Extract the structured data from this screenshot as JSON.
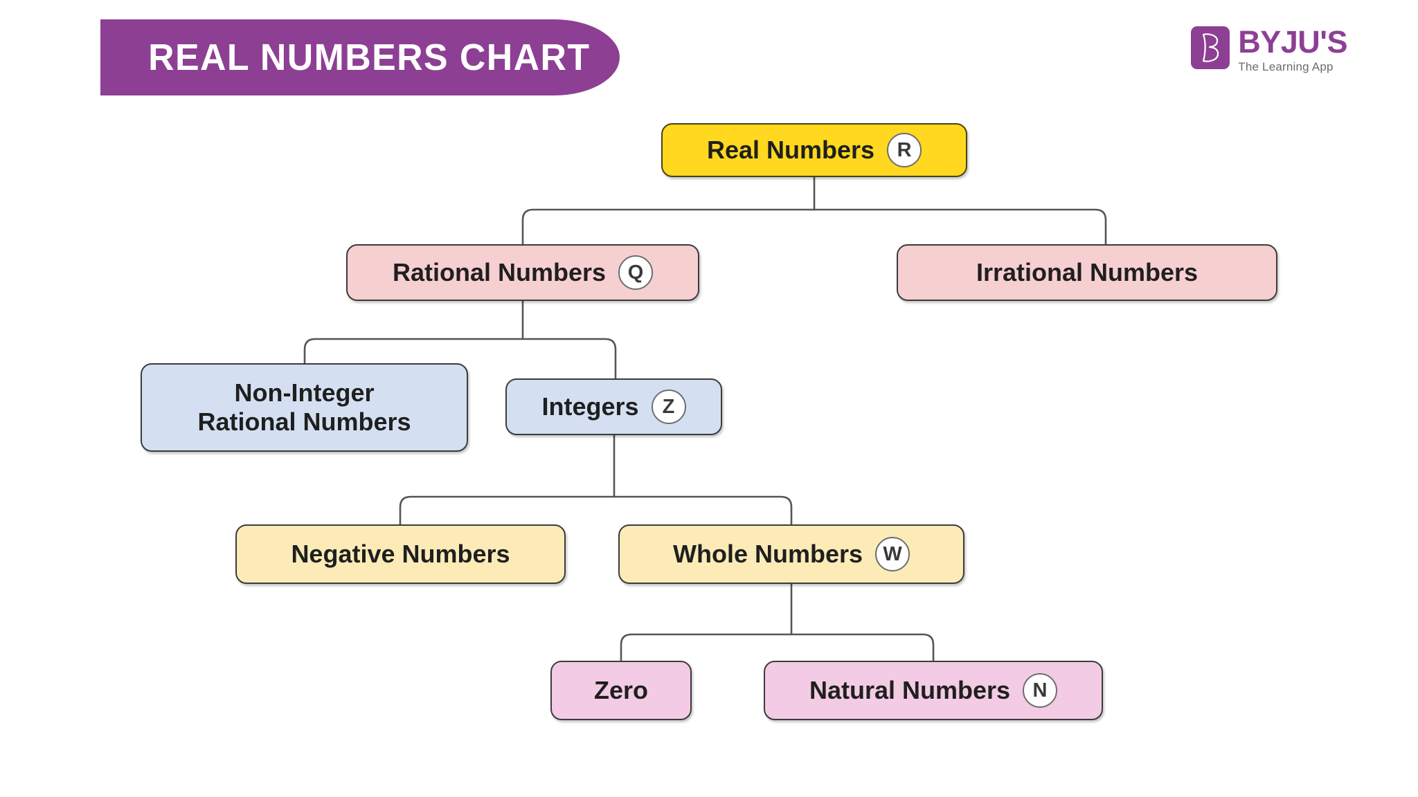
{
  "header": {
    "title": "REAL NUMBERS CHART",
    "banner_color": "#8d3f94"
  },
  "brand": {
    "name": "BYJU'S",
    "tagline": "The Learning App",
    "mark_icon": "byjus-b-logo-icon",
    "color": "#8d3f94"
  },
  "chart_data": {
    "type": "diagram",
    "title": "REAL NUMBERS CHART",
    "layout": "top-down tree",
    "nodes": [
      {
        "id": "real-numbers",
        "label": "Real Numbers",
        "badge": "R",
        "color": "#FFD81F",
        "level": 0,
        "parent": null
      },
      {
        "id": "rational-numbers",
        "label": "Rational Numbers",
        "badge": "Q",
        "color": "#F6CFD1",
        "level": 1,
        "parent": "real-numbers"
      },
      {
        "id": "irrational-numbers",
        "label": "Irrational Numbers",
        "badge": "",
        "color": "#F6CFD1",
        "level": 1,
        "parent": "real-numbers"
      },
      {
        "id": "non-integer",
        "label": "Non-Integer\nRational Numbers",
        "badge": "",
        "color": "#D4E0F1",
        "level": 2,
        "parent": "rational-numbers"
      },
      {
        "id": "integers",
        "label": "Integers",
        "badge": "Z",
        "color": "#D4E0F1",
        "level": 2,
        "parent": "rational-numbers"
      },
      {
        "id": "negative-numbers",
        "label": "Negative Numbers",
        "badge": "",
        "color": "#FCEBB7",
        "level": 3,
        "parent": "integers"
      },
      {
        "id": "whole-numbers",
        "label": "Whole Numbers",
        "badge": "W",
        "color": "#FCEBB7",
        "level": 3,
        "parent": "integers"
      },
      {
        "id": "zero",
        "label": "Zero",
        "badge": "",
        "color": "#F3CBE4",
        "level": 4,
        "parent": "whole-numbers"
      },
      {
        "id": "natural-numbers",
        "label": "Natural Numbers",
        "badge": "N",
        "color": "#F3CBE4",
        "level": 4,
        "parent": "whole-numbers"
      }
    ],
    "edges": [
      {
        "from": "real-numbers",
        "to": "rational-numbers"
      },
      {
        "from": "real-numbers",
        "to": "irrational-numbers"
      },
      {
        "from": "rational-numbers",
        "to": "non-integer"
      },
      {
        "from": "rational-numbers",
        "to": "integers"
      },
      {
        "from": "integers",
        "to": "negative-numbers"
      },
      {
        "from": "integers",
        "to": "whole-numbers"
      },
      {
        "from": "whole-numbers",
        "to": "zero"
      },
      {
        "from": "whole-numbers",
        "to": "natural-numbers"
      }
    ]
  },
  "nodes": {
    "real_numbers": {
      "label": "Real Numbers",
      "badge": "R"
    },
    "rational_numbers": {
      "label": "Rational Numbers",
      "badge": "Q"
    },
    "irrational_numbers": {
      "label": "Irrational Numbers",
      "badge": ""
    },
    "non_integer": {
      "label": "Non-Integer\nRational Numbers",
      "badge": ""
    },
    "integers": {
      "label": "Integers",
      "badge": "Z"
    },
    "negative_numbers": {
      "label": "Negative Numbers",
      "badge": ""
    },
    "whole_numbers": {
      "label": "Whole Numbers",
      "badge": "W"
    },
    "zero": {
      "label": "Zero",
      "badge": ""
    },
    "natural_numbers": {
      "label": "Natural Numbers",
      "badge": "N"
    }
  }
}
